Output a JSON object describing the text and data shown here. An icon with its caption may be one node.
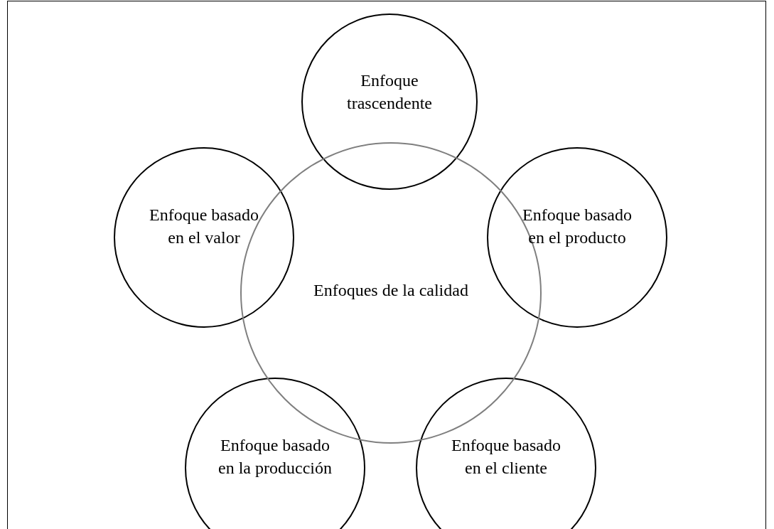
{
  "diagram": {
    "nodes": [
      {
        "text": [
          "Enfoques de la calidad"
        ]
      },
      {
        "text": [
          "Enfoque trascendente"
        ]
      },
      {
        "text": [
          "Enfoque basado en el valor"
        ]
      },
      {
        "text": [
          "Enfoque basado en el producto"
        ]
      },
      {
        "text": [
          "Enfoque basado en la producción"
        ]
      },
      {
        "text": [
          "Enfoque basado en el cliente"
        ]
      }
    ]
  }
}
